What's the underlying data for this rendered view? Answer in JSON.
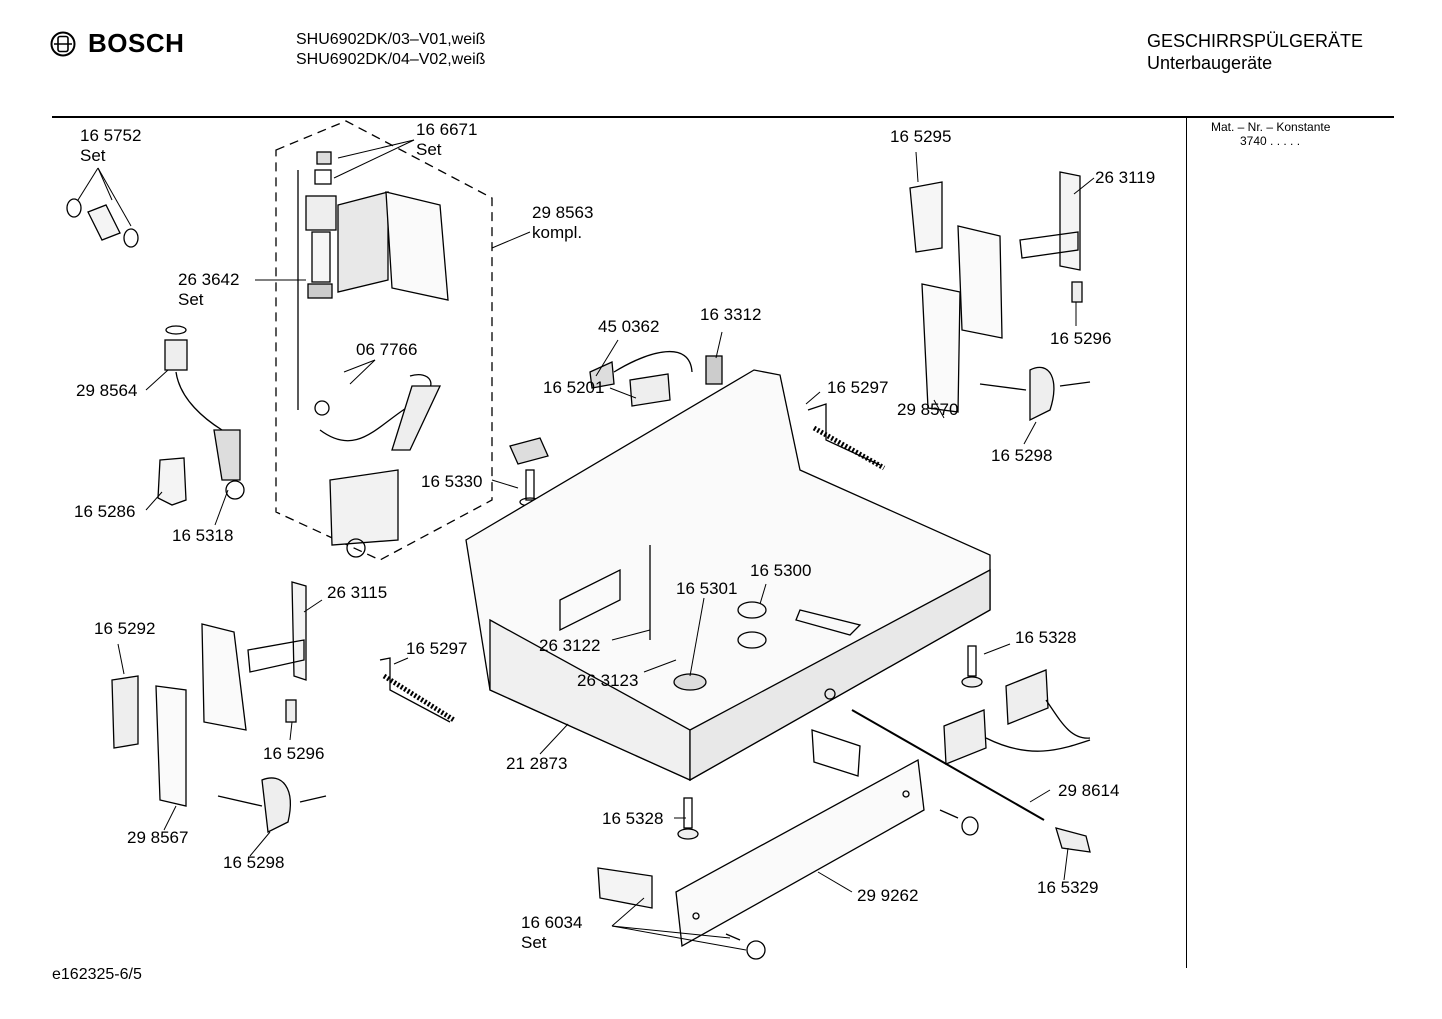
{
  "header": {
    "brand": "BOSCH",
    "models": [
      "SHU6902DK/03–V01,weiß",
      "SHU6902DK/04–V02,weiß"
    ],
    "category_title": "GESCHIRRSPÜLGERÄTE",
    "category_subtitle": "Unterbaugeräte"
  },
  "side_panel": {
    "heading": "Mat. – Nr. – Konstante",
    "value": "3740  .  .  .  .  ."
  },
  "footer": {
    "drawing_id": "e162325-6/5"
  },
  "icons": {
    "brand_logo": "bosch-armature-icon"
  },
  "parts": [
    {
      "id": "p-165752",
      "number": "16 5752",
      "note": "Set"
    },
    {
      "id": "p-166671",
      "number": "16 6671",
      "note": "Set"
    },
    {
      "id": "p-298563",
      "number": "29 8563",
      "note": "kompl."
    },
    {
      "id": "p-263642",
      "number": "26 3642",
      "note": "Set"
    },
    {
      "id": "p-067766",
      "number": "06 7766",
      "note": ""
    },
    {
      "id": "p-298564",
      "number": "29 8564",
      "note": ""
    },
    {
      "id": "p-165286",
      "number": "16 5286",
      "note": ""
    },
    {
      "id": "p-165318",
      "number": "16 5318",
      "note": ""
    },
    {
      "id": "p-450362",
      "number": "45 0362",
      "note": ""
    },
    {
      "id": "p-163312",
      "number": "16 3312",
      "note": ""
    },
    {
      "id": "p-165201",
      "number": "16 5201",
      "note": ""
    },
    {
      "id": "p-165330",
      "number": "16 5330",
      "note": ""
    },
    {
      "id": "p-165295",
      "number": "16 5295",
      "note": ""
    },
    {
      "id": "p-263119",
      "number": "26 3119",
      "note": ""
    },
    {
      "id": "p-165296a",
      "number": "16 5296",
      "note": ""
    },
    {
      "id": "p-165297a",
      "number": "16 5297",
      "note": ""
    },
    {
      "id": "p-298570",
      "number": "29 8570",
      "note": ""
    },
    {
      "id": "p-165298a",
      "number": "16 5298",
      "note": ""
    },
    {
      "id": "p-263115",
      "number": "26 3115",
      "note": ""
    },
    {
      "id": "p-165292",
      "number": "16 5292",
      "note": ""
    },
    {
      "id": "p-165297b",
      "number": "16 5297",
      "note": ""
    },
    {
      "id": "p-165301",
      "number": "16 5301",
      "note": ""
    },
    {
      "id": "p-165300",
      "number": "16 5300",
      "note": ""
    },
    {
      "id": "p-263122",
      "number": "26 3122",
      "note": ""
    },
    {
      "id": "p-263123",
      "number": "26 3123",
      "note": ""
    },
    {
      "id": "p-165296b",
      "number": "16 5296",
      "note": ""
    },
    {
      "id": "p-298567",
      "number": "29 8567",
      "note": ""
    },
    {
      "id": "p-165298b",
      "number": "16 5298",
      "note": ""
    },
    {
      "id": "p-212873",
      "number": "21 2873",
      "note": ""
    },
    {
      "id": "p-165328a",
      "number": "16 5328",
      "note": ""
    },
    {
      "id": "p-165328b",
      "number": "16 5328",
      "note": ""
    },
    {
      "id": "p-298614",
      "number": "29 8614",
      "note": ""
    },
    {
      "id": "p-165329",
      "number": "16 5329",
      "note": ""
    },
    {
      "id": "p-299262",
      "number": "29 9262",
      "note": ""
    },
    {
      "id": "p-166034",
      "number": "16 6034",
      "note": "Set"
    }
  ]
}
